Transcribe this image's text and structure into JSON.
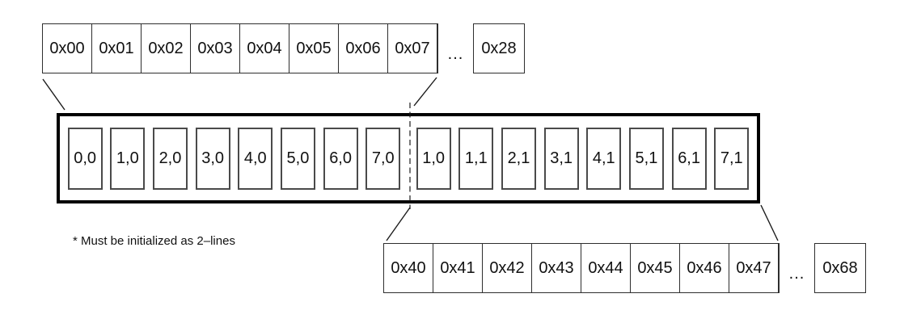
{
  "top_memory_row": {
    "cells": [
      "0x00",
      "0x01",
      "0x02",
      "0x03",
      "0x04",
      "0x05",
      "0x06",
      "0x07"
    ],
    "ellipsis": "...",
    "last_cell": "0x28"
  },
  "cache_line_buffer": {
    "left_cells": [
      "0,0",
      "1,0",
      "2,0",
      "3,0",
      "4,0",
      "5,0",
      "6,0",
      "7,0"
    ],
    "right_cells": [
      "1,0",
      "1,1",
      "2,1",
      "3,1",
      "4,1",
      "5,1",
      "6,1",
      "7,1"
    ]
  },
  "bottom_memory_row": {
    "cells": [
      "0x40",
      "0x41",
      "0x42",
      "0x43",
      "0x44",
      "0x45",
      "0x46",
      "0x47"
    ],
    "ellipsis": "...",
    "last_cell": "0x68"
  },
  "note": "* Must be initialized as 2–lines",
  "colors": {
    "line": "#1c1c1c",
    "thick_border": "#000000",
    "cell_border": "#4a4a4a",
    "background": "#ffffff"
  }
}
